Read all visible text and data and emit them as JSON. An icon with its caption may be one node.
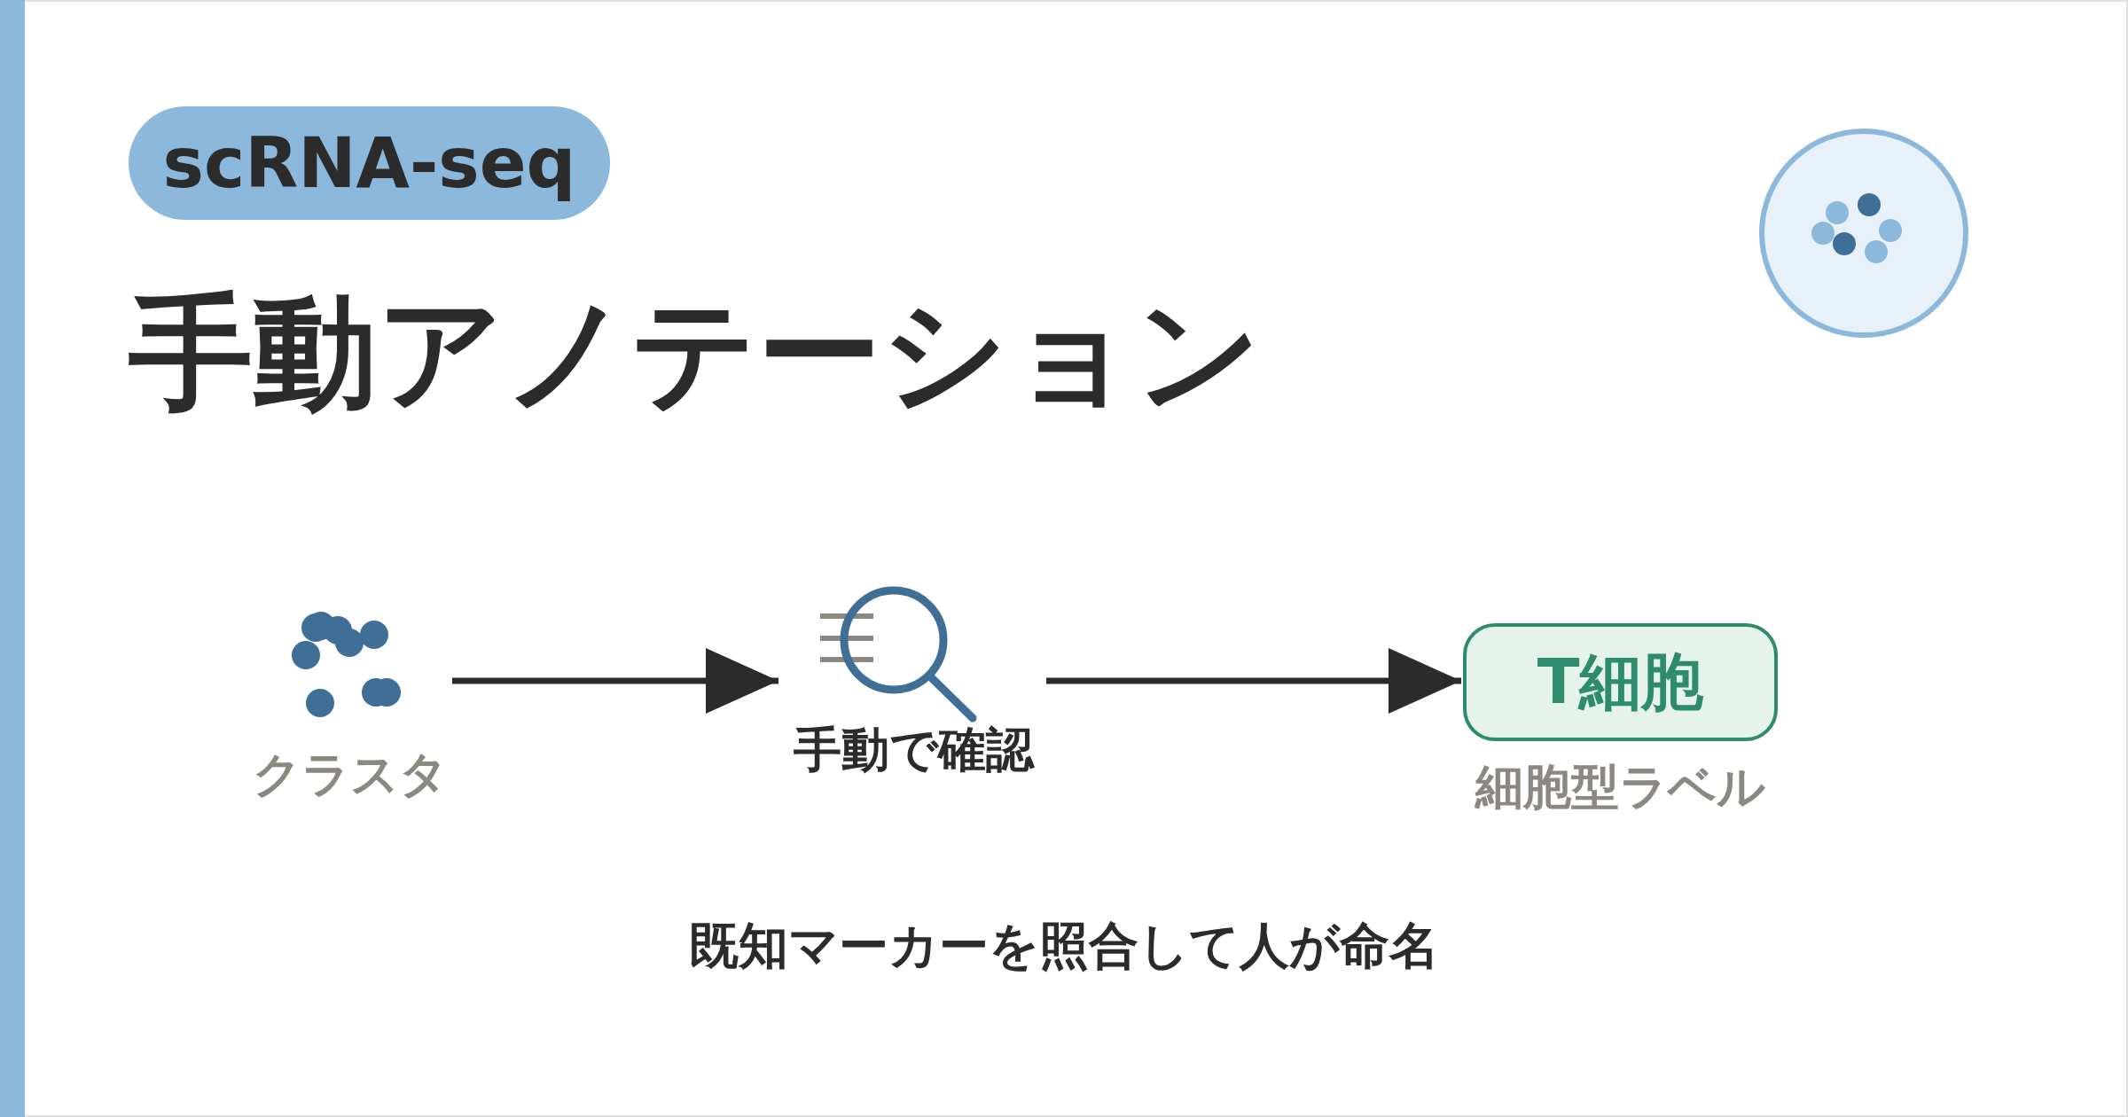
{
  "diagram": {
    "title": "手動アノテーション",
    "caption": "既知マーカーを照合して人が命名",
    "nodes": [
      {
        "text": [
          "クラスタ"
        ]
      },
      {
        "text": [
          "手動で確認"
        ]
      },
      {
        "text": [
          "T細胞"
        ],
        "beside": [
          "細胞型ラベル"
        ]
      }
    ],
    "edges": [
      {
        "from": 0,
        "to": 1,
        "arrow": "to"
      },
      {
        "from": 1,
        "to": 2,
        "arrow": "to"
      }
    ],
    "labels": [
      "scRNA-seq"
    ]
  }
}
